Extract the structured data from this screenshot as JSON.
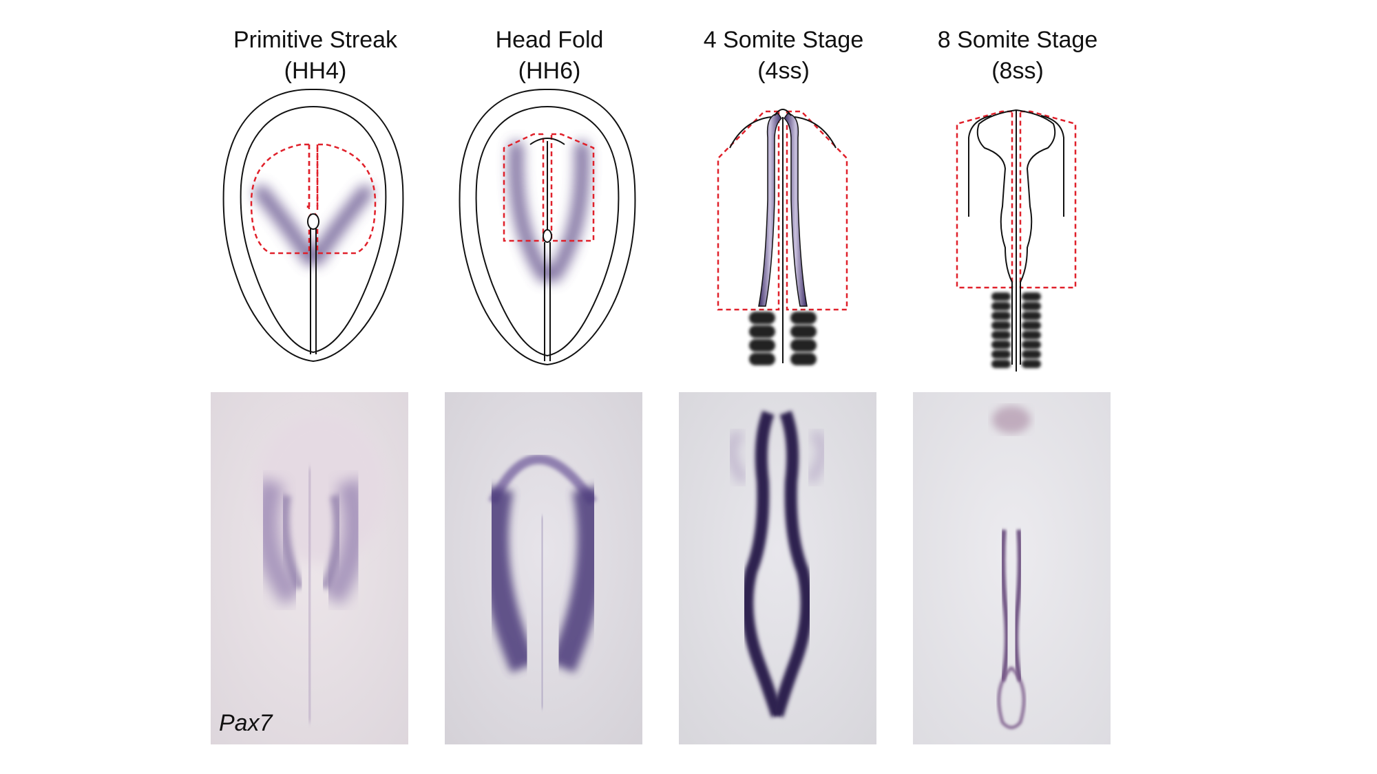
{
  "stages": [
    {
      "name": "Primitive Streak",
      "code": "(HH4)"
    },
    {
      "name": "Head Fold",
      "code": "(HH6)"
    },
    {
      "name": "4 Somite Stage",
      "code": "(4ss)"
    },
    {
      "name": "8 Somite Stage",
      "code": "(8ss)"
    }
  ],
  "gene_label": "Pax7",
  "colors": {
    "expression": "#5b4a86",
    "dashed_box": "#e0202a",
    "somite": "#222222",
    "outline": "#111111"
  }
}
